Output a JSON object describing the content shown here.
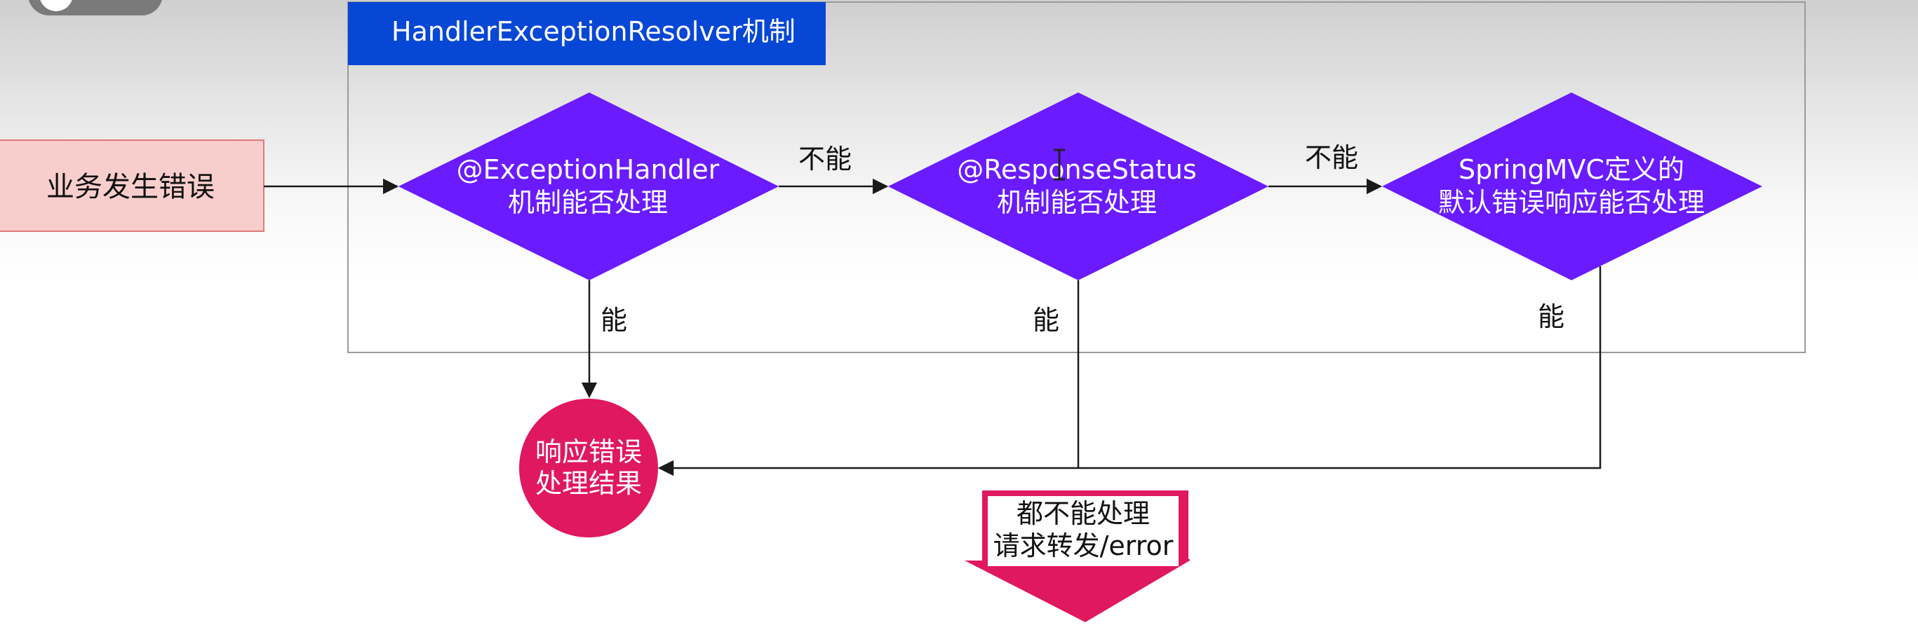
{
  "group": {
    "title": "HandlerExceptionResolver机制"
  },
  "start": {
    "label": "业务发生错误"
  },
  "decisions": [
    {
      "line1": "@ExceptionHandler",
      "line2": "机制能否处理"
    },
    {
      "line1": "@ResponseStatus",
      "line2": "机制能否处理"
    },
    {
      "line1": "SpringMVC定义的",
      "line2": "默认错误响应能否处理"
    }
  ],
  "edges": {
    "no_1": "不能",
    "no_2": "不能",
    "yes_1": "能",
    "yes_2": "能",
    "yes_3": "能"
  },
  "result": {
    "line1": "响应错误",
    "line2": "处理结果"
  },
  "fallback": {
    "line1": "都不能处理",
    "line2": "请求转发/error"
  },
  "colors": {
    "group_header": "#0747d6",
    "group_border": "#9a9a9a",
    "start_fill": "#f8cecc",
    "start_stroke": "#e07a7a",
    "decision_fill": "#6a1bff",
    "result_fill": "#e0185f",
    "fallback_fill": "#e0185f",
    "line": "#1a1a1a"
  }
}
